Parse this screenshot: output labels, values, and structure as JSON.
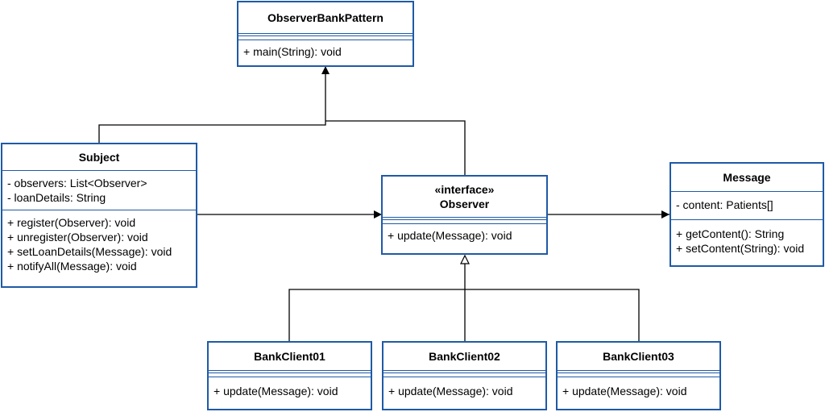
{
  "diagram": {
    "line_color": "#000000",
    "box_border_color": "#1f5aa6",
    "classes": {
      "observer_bank_pattern": {
        "name": "ObserverBankPattern",
        "attributes": [],
        "methods": [
          "+ main(String): void"
        ]
      },
      "subject": {
        "name": "Subject",
        "attributes": [
          "- observers: List<Observer>",
          "- loanDetails: String"
        ],
        "methods": [
          "+ register(Observer): void",
          "+ unregister(Observer): void",
          "+ setLoanDetails(Message): void",
          "+ notifyAll(Message): void"
        ]
      },
      "observer": {
        "stereotype": "«interface»",
        "name": "Observer",
        "attributes": [],
        "methods": [
          "+ update(Message): void"
        ]
      },
      "message": {
        "name": "Message",
        "attributes": [
          "- content: Patients[]"
        ],
        "methods": [
          "+ getContent(): String",
          "+ setContent(String): void"
        ]
      },
      "bank_client_01": {
        "name": "BankClient01",
        "attributes": [],
        "methods": [
          "+ update(Message): void"
        ]
      },
      "bank_client_02": {
        "name": "BankClient02",
        "attributes": [],
        "methods": [
          "+ update(Message): void"
        ]
      },
      "bank_client_03": {
        "name": "BankClient03",
        "attributes": [],
        "methods": [
          "+ update(Message): void"
        ]
      }
    }
  }
}
